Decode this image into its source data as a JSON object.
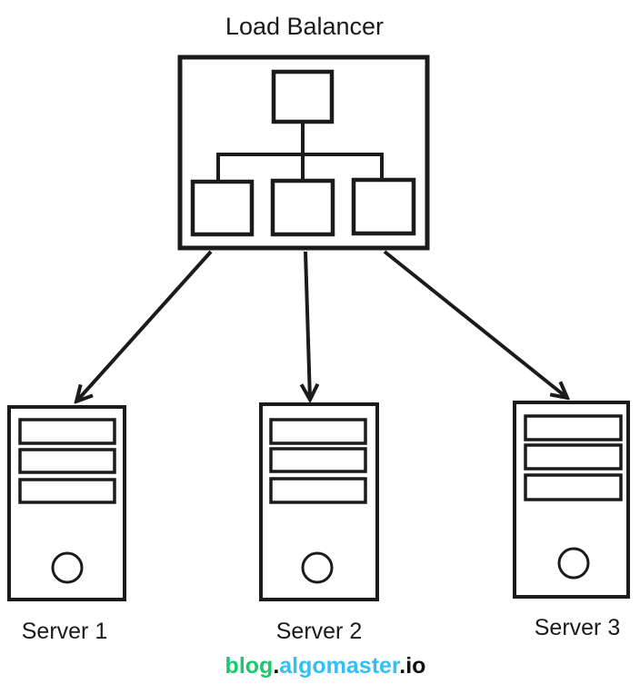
{
  "title": "Load Balancer",
  "diagram": {
    "load_balancer": {
      "label": "Load Balancer",
      "node_count": 4
    },
    "servers": [
      {
        "label": "Server 1"
      },
      {
        "label": "Server 2"
      },
      {
        "label": "Server 3"
      }
    ]
  },
  "footer": {
    "blog": "blog",
    "dot1": ".",
    "site": "algomaster",
    "dot2": ".",
    "tld": "io"
  },
  "colors": {
    "node_green": "#66d57b",
    "server_cyan": "#22ccf1",
    "outline": "#1b1b1b",
    "footer_green": "#1bc86f",
    "footer_cyan": "#34bff2",
    "footer_black": "#111111",
    "background": "#ffffff"
  }
}
